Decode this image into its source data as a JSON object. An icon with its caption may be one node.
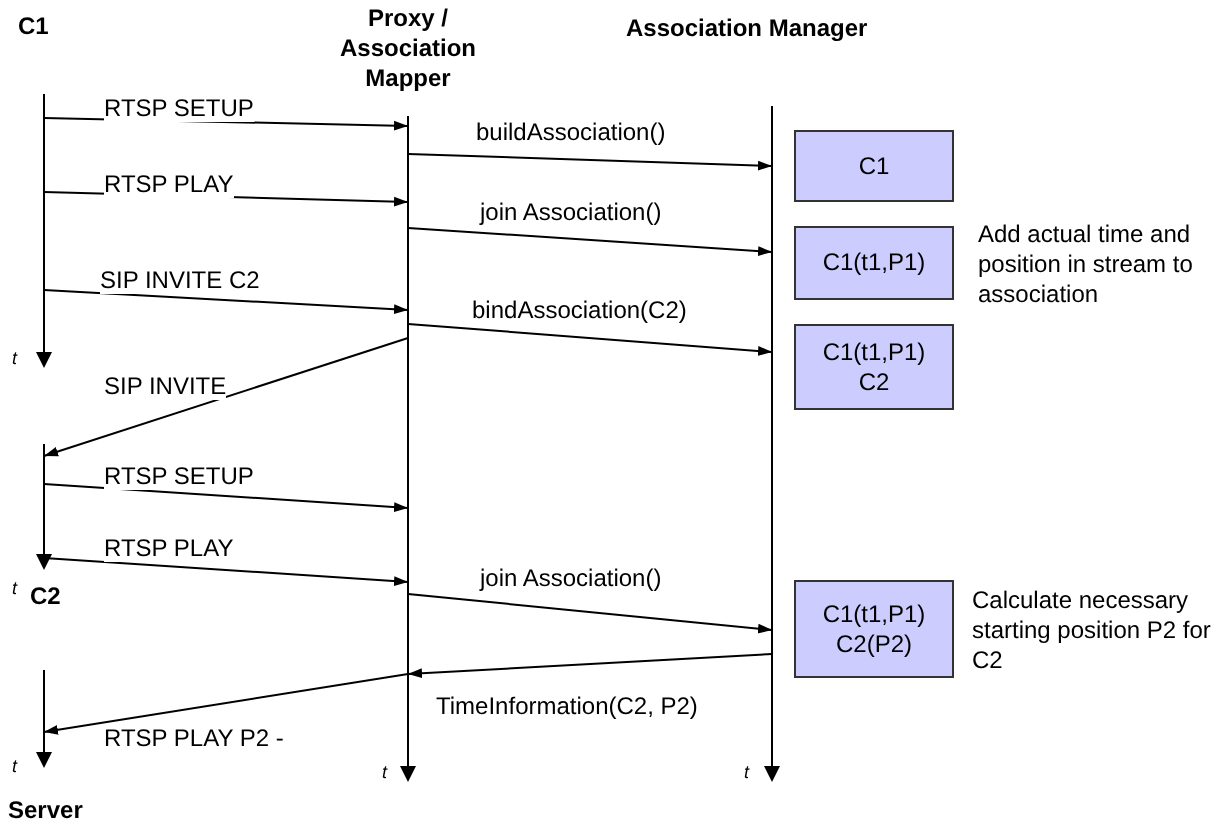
{
  "diagram": {
    "nodes": [
      {
        "text": [
          "C1"
        ]
      },
      {
        "text": [
          "Proxy / Association Mapper"
        ]
      },
      {
        "text": [
          "Association Manager"
        ]
      },
      {
        "text": [
          "C2"
        ]
      },
      {
        "text": [
          "Server"
        ]
      },
      {
        "text": [
          "C1"
        ]
      },
      {
        "text": [
          "C1(t1,P1)"
        ],
        "beside": [
          "Add actual time and position in stream to association"
        ]
      },
      {
        "text": [
          "C1(t1,P1) C2"
        ]
      },
      {
        "text": [
          "C1(t1,P1) C2(P2)"
        ],
        "beside": [
          "Calculate necessary starting position P2 for C2"
        ]
      }
    ],
    "edges": [
      {
        "from": 0,
        "to": 1,
        "arrow": "to",
        "label": "RTSP SETUP"
      },
      {
        "from": 1,
        "to": 2,
        "arrow": "to",
        "label": "buildAssociation()"
      },
      {
        "from": 0,
        "to": 1,
        "arrow": "to",
        "label": "RTSP PLAY"
      },
      {
        "from": 1,
        "to": 2,
        "arrow": "to",
        "label": "join Association()"
      },
      {
        "from": 0,
        "to": 1,
        "arrow": "to",
        "label": "SIP INVITE C2"
      },
      {
        "from": 1,
        "to": 2,
        "arrow": "to",
        "label": "bindAssociation(C2)"
      },
      {
        "from": 1,
        "to": 3,
        "arrow": "to",
        "label": "SIP INVITE"
      },
      {
        "from": 3,
        "to": 1,
        "arrow": "to",
        "label": "RTSP SETUP"
      },
      {
        "from": 3,
        "to": 1,
        "arrow": "to",
        "label": "RTSP PLAY"
      },
      {
        "from": 1,
        "to": 2,
        "arrow": "to",
        "label": "join Association()"
      },
      {
        "from": 2,
        "to": 1,
        "arrow": "to",
        "label": "TimeInformation(C2, P2)"
      },
      {
        "from": 1,
        "to": 4,
        "arrow": "to",
        "label": "RTSP PLAY P2 -"
      }
    ],
    "labels": [
      "t",
      "t",
      "t",
      "t",
      "t"
    ]
  }
}
